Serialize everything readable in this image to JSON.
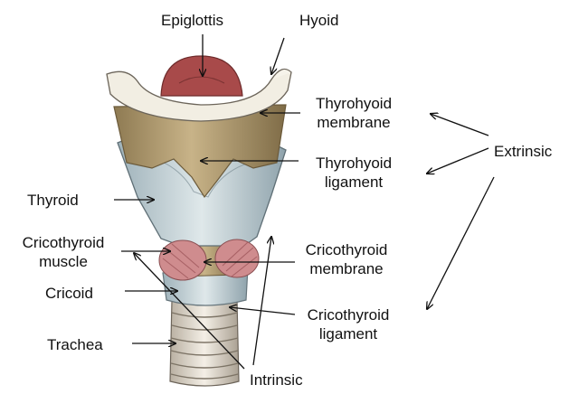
{
  "labels": {
    "epiglottis": "Epiglottis",
    "hyoid": "Hyoid",
    "thyrohyoid_membrane": [
      "Thyrohyoid",
      "membrane"
    ],
    "extrinsic": "Extrinsic",
    "thyrohyoid_ligament": [
      "Thyrohyoid",
      "ligament"
    ],
    "thyroid": "Thyroid",
    "cricothyroid_muscle": [
      "Cricothyroid",
      "muscle"
    ],
    "cricothyroid_membrane": [
      "Cricothyroid",
      "membrane"
    ],
    "cricoid": "Cricoid",
    "cricothyroid_ligament": [
      "Cricothyroid",
      "ligament"
    ],
    "trachea": "Trachea",
    "intrinsic": "Intrinsic"
  },
  "colors": {
    "hyoid_bone": "#f2eee3",
    "membrane": "#a58f63",
    "thyroid_cartilage": "#c6d5da",
    "epiglottis": "#a84a4a",
    "cricothyroid_muscle": "#cf8c8e",
    "trachea_ring": "#ebe6dc",
    "line": "#111111"
  }
}
